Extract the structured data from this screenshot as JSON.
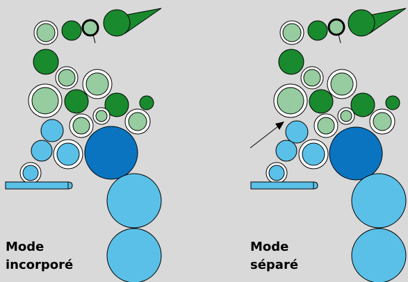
{
  "captions": {
    "embedded_line1": "Mode",
    "embedded_line2": "incorporé",
    "separate_line1": "Mode",
    "separate_line2": "séparé"
  },
  "colors": {
    "background": "#d9d9d9",
    "dark_green": "#1a8a2e",
    "light_green": "#96cca0",
    "light_blue": "#5bc0e8",
    "dark_blue": "#0a74c0",
    "outline": "#000000",
    "ring": "#ffffff"
  }
}
